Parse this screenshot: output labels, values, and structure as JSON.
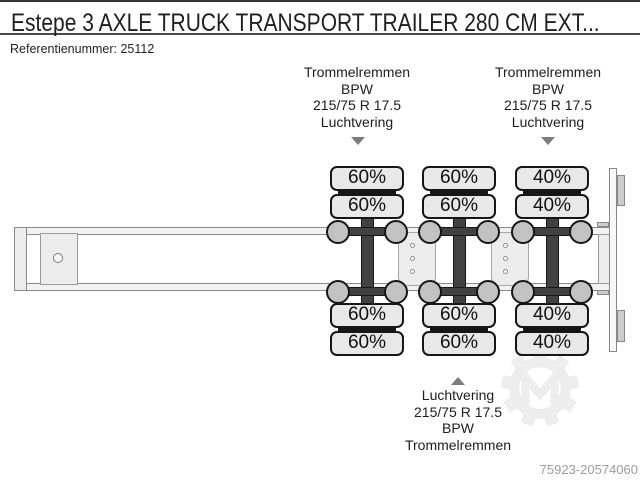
{
  "header": {
    "title": "Estepe 3 AXLE TRUCK TRANSPORT TRAILER 280 CM EXT...",
    "reference": "Referentienummer: 25112"
  },
  "annotations": {
    "top_left": {
      "lines": [
        "Trommelremmen",
        "BPW",
        "215/75 R 17.5",
        "Luchtvering"
      ],
      "pointer": "down"
    },
    "top_right": {
      "lines": [
        "Trommelremmen",
        "BPW",
        "215/75 R 17.5",
        "Luchtvering"
      ],
      "pointer": "down"
    },
    "bottom": {
      "lines": [
        "Luchtvering",
        "215/75 R 17.5",
        "BPW",
        "Trommelremmen"
      ],
      "pointer": "up"
    }
  },
  "diagram": {
    "type": "trailer-axle-schematic-top-view",
    "axle_count": 3,
    "axles": [
      {
        "tires_top": [
          "60%",
          "60%"
        ],
        "tires_bottom": [
          "60%",
          "60%"
        ]
      },
      {
        "tires_top": [
          "60%",
          "60%"
        ],
        "tires_bottom": [
          "60%",
          "60%"
        ]
      },
      {
        "tires_top": [
          "40%",
          "40%"
        ],
        "tires_bottom": [
          "40%",
          "40%"
        ]
      }
    ]
  },
  "footer": {
    "image_id": "75923-20574060"
  },
  "icons": {
    "top_pointer": "down-triangle",
    "bottom_pointer": "up-triangle",
    "watermark": "gear-logo"
  },
  "colors": {
    "background": "#ffffff",
    "title_text": "#1f1f1f",
    "divider": "#4a4a4a",
    "annotation_text": "#1d1d1d",
    "pointer_gray": "#7c7c7c",
    "tire_fill": "#e8e8e8",
    "dark_parts": "#424242",
    "outline_black": "#161616",
    "bellows_fill": "#c2c2c2",
    "chassis_line": "#8a8a8a",
    "chassis_fill": "#ececec",
    "watermark_gray": "#ededed",
    "image_id_text": "#9c9c9c"
  }
}
